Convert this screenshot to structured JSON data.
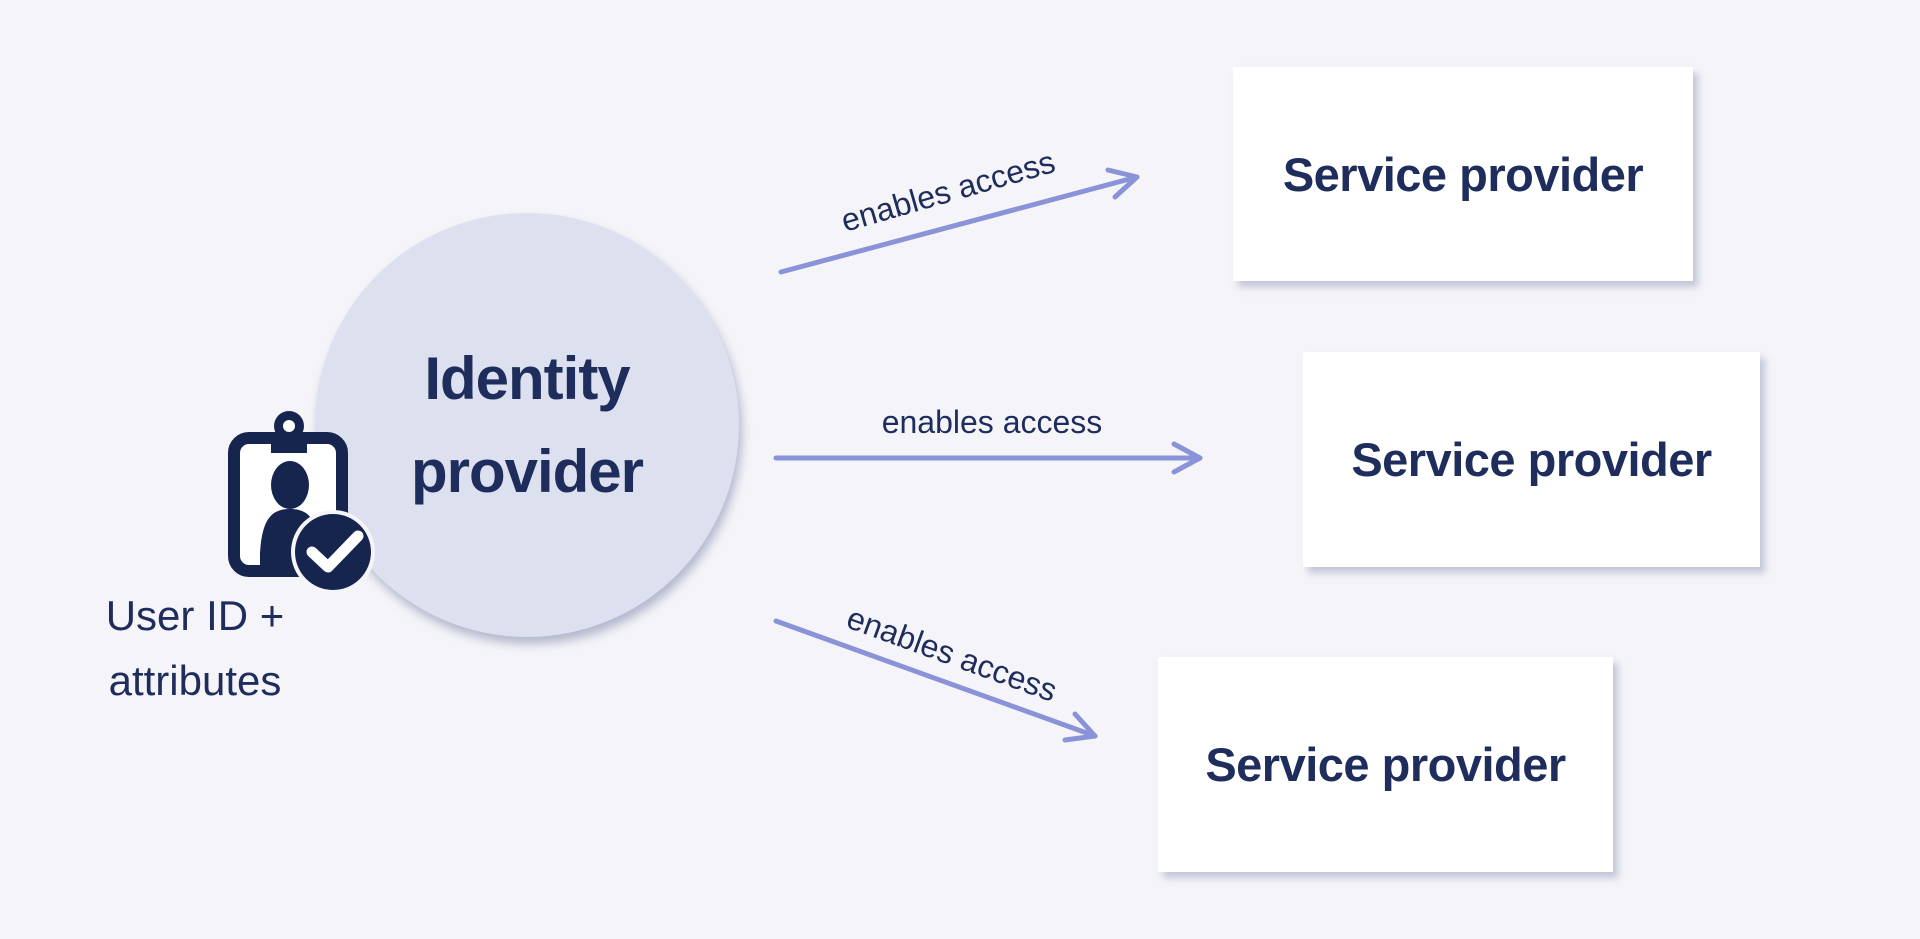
{
  "colors": {
    "background": "#f5f5f9",
    "circle_fill": "#dce0ef",
    "text_navy": "#1f2d5c",
    "icon_navy": "#16254e",
    "arrow_periwinkle": "#8a93d8",
    "box_background": "#ffffff"
  },
  "identity_provider": {
    "line1": "Identity",
    "line2": "provider"
  },
  "credential": {
    "icon": "id-badge-check-icon",
    "caption_line1": "User ID +",
    "caption_line2": "attributes"
  },
  "arrows": [
    {
      "label": "enables access"
    },
    {
      "label": "enables access"
    },
    {
      "label": "enables access"
    }
  ],
  "service_providers": [
    {
      "label": "Service provider"
    },
    {
      "label": "Service provider"
    },
    {
      "label": "Service provider"
    }
  ]
}
